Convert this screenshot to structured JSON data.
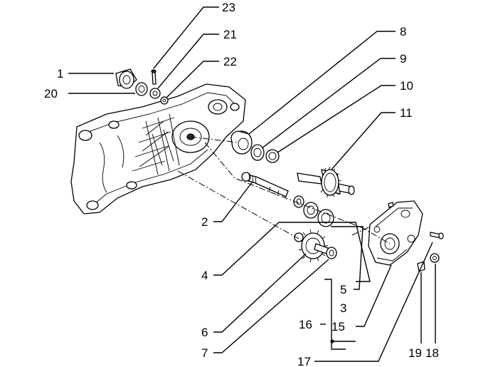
{
  "callouts": [
    {
      "id": "1",
      "label": "1"
    },
    {
      "id": "2",
      "label": "2"
    },
    {
      "id": "3",
      "label": "3"
    },
    {
      "id": "4",
      "label": "4"
    },
    {
      "id": "5",
      "label": "5"
    },
    {
      "id": "6",
      "label": "6"
    },
    {
      "id": "7",
      "label": "7"
    },
    {
      "id": "8",
      "label": "8"
    },
    {
      "id": "9",
      "label": "9"
    },
    {
      "id": "10",
      "label": "10"
    },
    {
      "id": "11",
      "label": "11"
    },
    {
      "id": "15",
      "label": "15"
    },
    {
      "id": "16",
      "label": "16"
    },
    {
      "id": "17",
      "label": "17"
    },
    {
      "id": "18",
      "label": "18"
    },
    {
      "id": "19",
      "label": "19"
    },
    {
      "id": "20",
      "label": "20"
    },
    {
      "id": "21",
      "label": "21"
    },
    {
      "id": "22",
      "label": "22"
    },
    {
      "id": "23",
      "label": "23"
    }
  ],
  "colors": {
    "ink": "#000000",
    "background": "#ffffff"
  }
}
